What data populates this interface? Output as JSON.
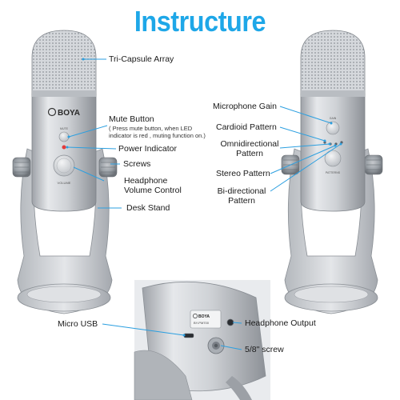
{
  "title": "Instructure",
  "brand": "BOYA",
  "brand_bottom": "BOYA",
  "brand_bottom_model": "BY-PM700",
  "mic_left": {
    "mute_text": "MUTE",
    "volume_text": "VOLUME"
  },
  "mic_right": {
    "gain_text": "GAIN",
    "patterns_text": "PATTERNS"
  },
  "labels": {
    "tri_capsule": "Tri-Capsule Array",
    "mute_button": "Mute Button",
    "mute_note_1": "( Press mute button, when LED",
    "mute_note_2": "indicator is red , muting function on.)",
    "power_indicator": "Power Indicator",
    "screws": "Screws",
    "headphone_volume_1": "Headphone",
    "headphone_volume_2": "Volume Control",
    "desk_stand": "Desk Stand",
    "mic_gain": "Microphone Gain",
    "cardioid": "Cardioid Pattern",
    "omni_1": "Omnidirectional",
    "omni_2": "Pattern",
    "stereo": "Stereo Pattern",
    "bidir_1": "Bi-directional",
    "bidir_2": "Pattern",
    "micro_usb": "Micro USB",
    "headphone_output": "Headphone Output",
    "screw_size": "5/8\" screw"
  },
  "colors": {
    "title": "#1ea7e8",
    "leader": "#2b9fe0",
    "body_silver": "#c9ccd1",
    "led_red": "#e23b3b"
  },
  "icons": [
    "usb-icon",
    "headphone-icon",
    "screw-thread-icon"
  ]
}
